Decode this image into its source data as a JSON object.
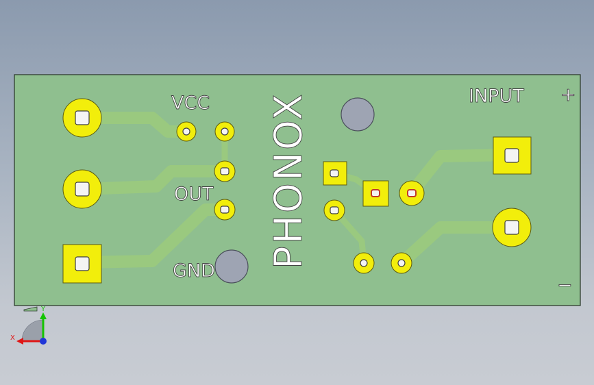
{
  "board": {
    "silkscreen": {
      "vcc": "VCC",
      "out": "OUT",
      "gnd": "GND",
      "brand": "PHONOX",
      "input": "INPUT",
      "plus": "+",
      "minus": "−"
    }
  },
  "triad": {
    "x_label": "X",
    "y_label": "Y"
  },
  "colors": {
    "board": "#8fbf8f",
    "trace": "#9ac97f",
    "pad": "#f2ee0b",
    "background_top": "#8b9aae",
    "background_bottom": "#c8ccd3",
    "mounting_hole": "#9ea4b3"
  }
}
